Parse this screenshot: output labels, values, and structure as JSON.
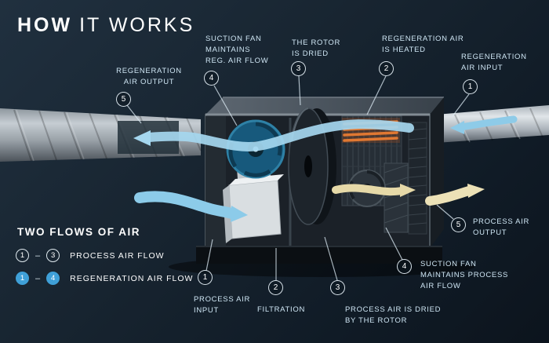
{
  "title": {
    "bold": "HOW",
    "rest": "IT WORKS"
  },
  "callouts": {
    "reg_output": {
      "num": "5",
      "label": "REGENERATION\nAIR OUTPUT"
    },
    "suction_reg": {
      "num": "4",
      "label": "SUCTION FAN\nMAINTAINS\nREG. AIR FLOW"
    },
    "rotor_dried": {
      "num": "3",
      "label": "THE ROTOR\nIS DRIED"
    },
    "reg_heated": {
      "num": "2",
      "label": "REGENERATION AIR\nIS HEATED"
    },
    "reg_input": {
      "num": "1",
      "label": "REGENERATION\nAIR INPUT"
    },
    "process_input": {
      "num": "1",
      "label": "PROCESS AIR\nINPUT"
    },
    "filtration": {
      "num": "2",
      "label": "FILTRATION"
    },
    "process_dried": {
      "num": "3",
      "label": "PROCESS AIR IS DRIED\nBY THE ROTOR"
    },
    "suction_process": {
      "num": "4",
      "label": "SUCTION FAN\nMAINTAINS PROCESS\nAIR FLOW"
    },
    "process_output": {
      "num": "5",
      "label": "PROCESS AIR\nOUTPUT"
    }
  },
  "legend": {
    "heading": "TWO FLOWS OF AIR",
    "dash": "–",
    "rows": [
      {
        "from": "1",
        "to": "3",
        "label": "PROCESS AIR FLOW",
        "style": "outline"
      },
      {
        "from": "1",
        "to": "4",
        "label": "REGENERATION AIR FLOW",
        "style": "filled"
      }
    ]
  },
  "colors": {
    "background": "#16222e",
    "accent_blue": "#3fa0d8",
    "flow_blue": "#a5d7ef",
    "flow_tan": "#e8dcae",
    "heater_orange": "#e07832",
    "label_blue": "#cfe6f4"
  }
}
